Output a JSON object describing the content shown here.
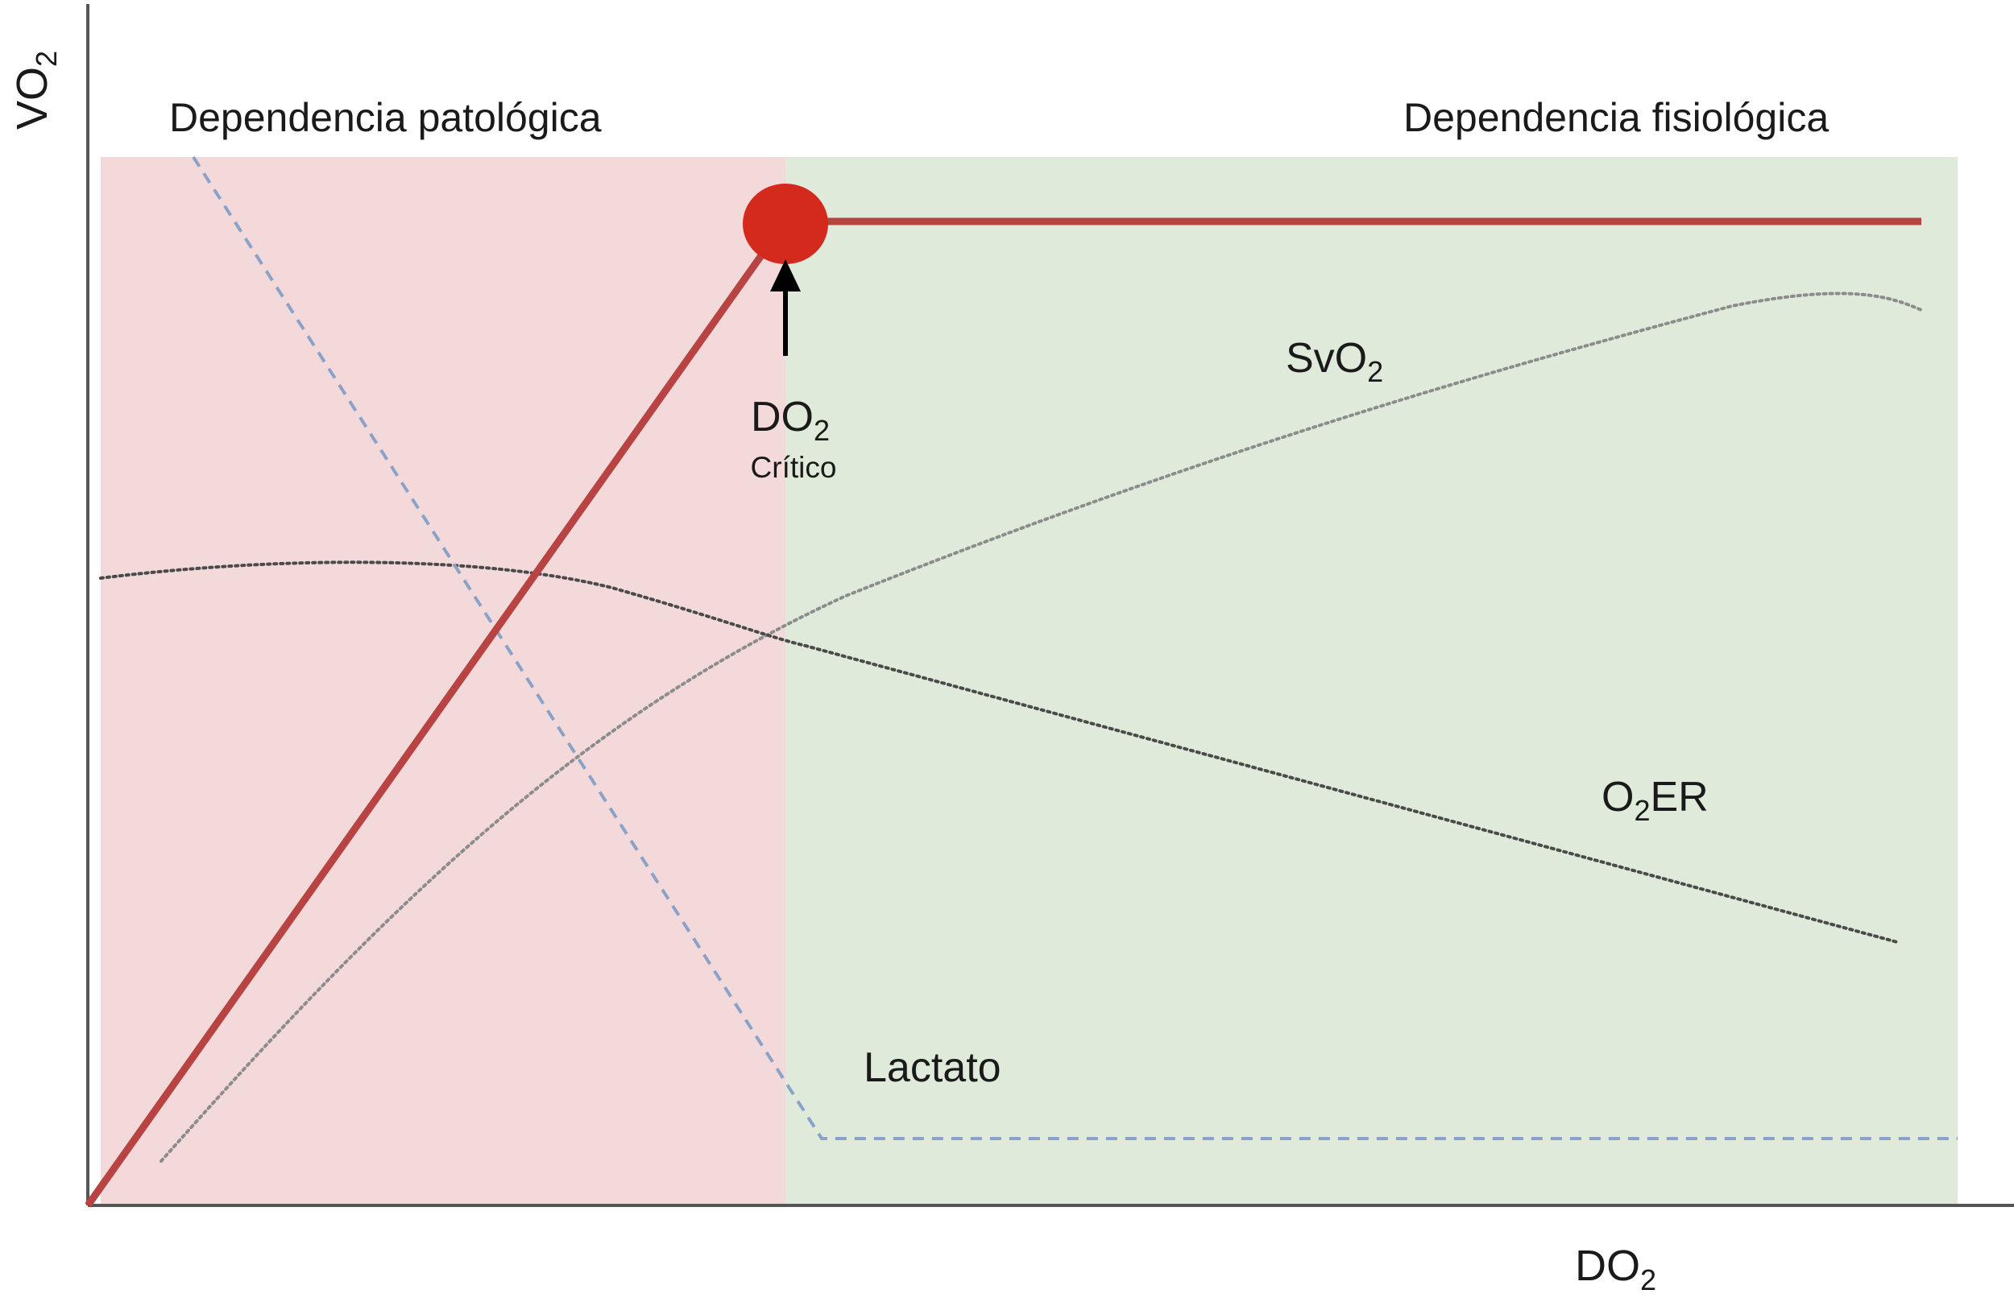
{
  "axes": {
    "y_label": {
      "main": "VO",
      "sub": "2"
    },
    "x_label": {
      "main": "DO",
      "sub": "2"
    }
  },
  "regions": {
    "left_title": "Dependencia patológica",
    "right_title": "Dependencia fisiológica"
  },
  "critical_point": {
    "label_main": "DO",
    "label_sub": "2",
    "caption": "Crítico"
  },
  "curves": {
    "svo2": {
      "main": "SvO",
      "sub": "2"
    },
    "o2er": {
      "pre": "O",
      "sub": "2",
      "post": "ER"
    },
    "lactate": "Lactato"
  },
  "colors": {
    "pathologic_region": "#f4d9db",
    "physiologic_region": "#dfeada",
    "vo2_line": "#b84343",
    "critical_dot": "#d42a1e",
    "lactate_line": "#8aa2c8",
    "svo2_line": "#8c8c8c",
    "o2er_line": "#4a4a4a",
    "axis": "#555555"
  }
}
